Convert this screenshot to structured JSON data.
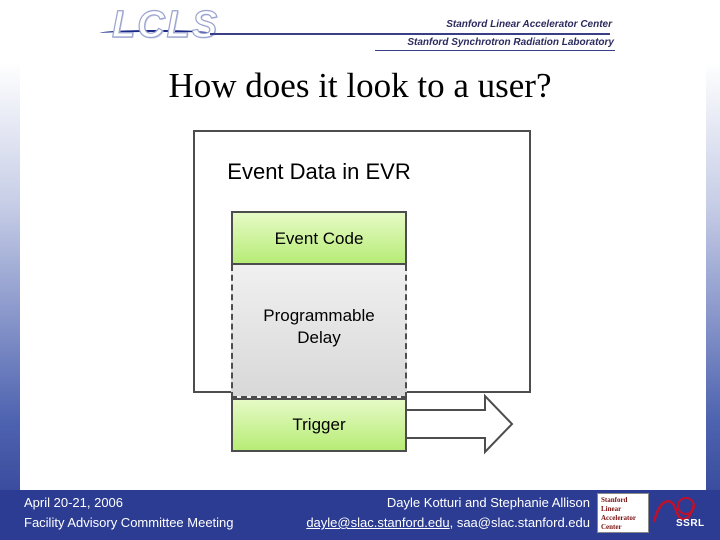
{
  "header": {
    "logo_text": "LCLS",
    "org_line_1": "Stanford Linear Accelerator Center",
    "org_line_2": "Stanford Synchrotron Radiation Laboratory"
  },
  "slide": {
    "title": "How does it look to a user?"
  },
  "diagram": {
    "outer_label": "Event Data in EVR",
    "event_code": "Event Code",
    "delay_line_1": "Programmable",
    "delay_line_2": "Delay",
    "trigger": "Trigger",
    "colors": {
      "green_box": "#b7ec76",
      "delay_box": "#dcdcdc",
      "outline": "#4d4d4d"
    }
  },
  "footer": {
    "date": "April 20-21, 2006",
    "meeting": "Facility Advisory Committee Meeting",
    "authors": "Dayle Kotturi and Stephanie Allison",
    "email_1": "dayle@slac.stanford.edu",
    "email_sep": ", ",
    "email_2": "saa@slac.stanford.edu",
    "slac_logo_lines": [
      "Stanford",
      "Linear",
      "Accelerator",
      "Center"
    ],
    "ssrl_logo_text": "SSRL",
    "background": "#2b3c92"
  }
}
